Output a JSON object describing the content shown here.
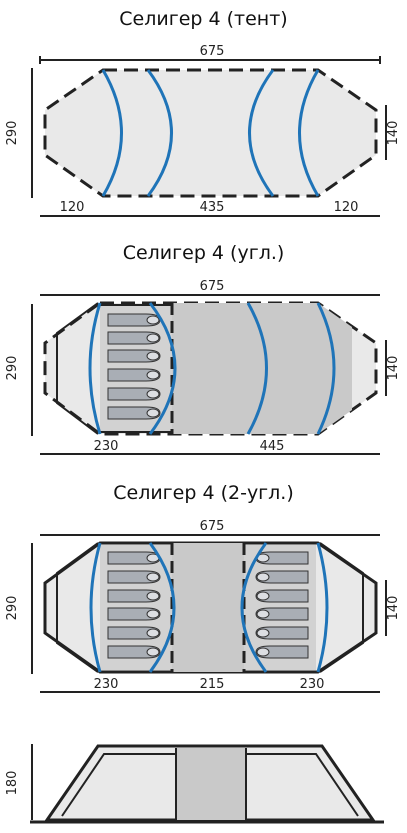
{
  "colors": {
    "fill_light": "#e9e9e9",
    "fill_mid": "#c9c9c9",
    "outline": "#222222",
    "pole": "#1f74b8",
    "sleeping_bag": "#a9aeb5"
  },
  "plans": [
    {
      "title": "Селигер 4 (тент)",
      "dims": {
        "top": "675",
        "left": "290",
        "right": "140",
        "bottom": [
          "120",
          "435",
          "120"
        ]
      }
    },
    {
      "title": "Селигер 4 (угл.)",
      "dims": {
        "top": "675",
        "left": "290",
        "right": "140",
        "bottom": [
          "230",
          "445"
        ]
      }
    },
    {
      "title": "Селигер 4 (2-угл.)",
      "dims": {
        "top": "675",
        "left": "290",
        "right": "140",
        "bottom": [
          "230",
          "215",
          "230"
        ]
      }
    }
  ],
  "side_view": {
    "height": "180"
  }
}
